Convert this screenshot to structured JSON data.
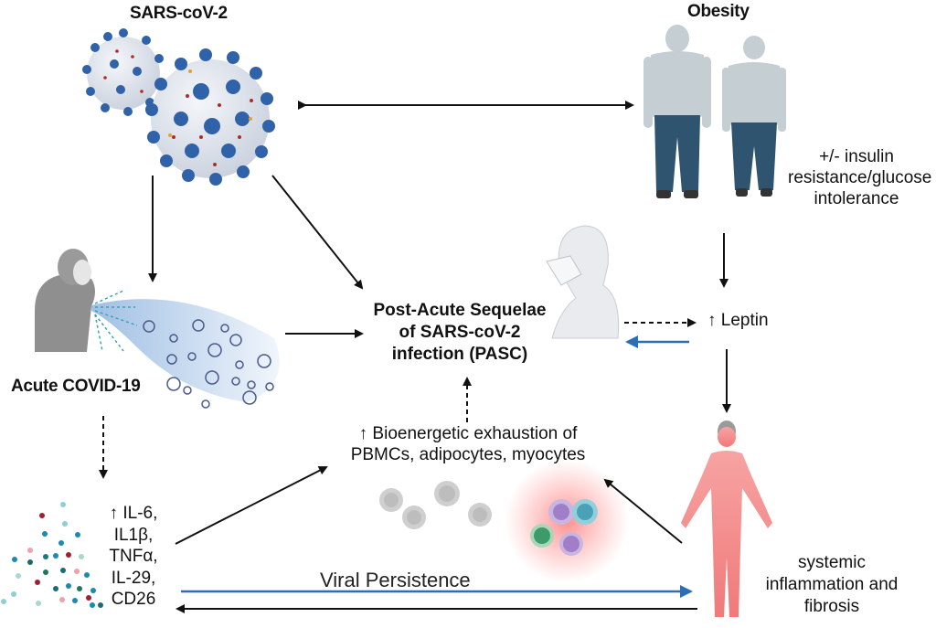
{
  "nodes": {
    "sars": {
      "title": "SARS-coV-2",
      "icon": "coronavirus-particles-icon"
    },
    "obesity": {
      "title": "Obesity",
      "icon": "obese-people-icon",
      "note_lines": [
        "+/- insulin",
        "resistance/glucose",
        "intolerance"
      ]
    },
    "acute": {
      "title": "Acute COVID-19",
      "icon": "coughing-person-icon"
    },
    "pasc": {
      "title_lines": [
        "Post-Acute Sequelae",
        "of SARS-coV-2",
        "infection (PASC)"
      ],
      "icon": "masked-person-icon"
    },
    "leptin": {
      "label": "↑ Leptin"
    },
    "bioenergetic": {
      "lines": [
        "↑ Bioenergetic exhaustion of",
        "PBMCs, adipocytes, myocytes"
      ],
      "icon": "cells-icon"
    },
    "cytokines": {
      "lines": [
        "↑ IL-6,",
        "IL1β,",
        "TNFα,",
        "IL-29,",
        "CD26"
      ],
      "icon": "cytokine-dots-icon"
    },
    "systemic": {
      "lines": [
        "systemic",
        "inflammation and",
        "fibrosis"
      ],
      "icon": "inflamed-body-icon"
    }
  },
  "edges": {
    "viral_persistence_label": "Viral Persistence"
  },
  "colors": {
    "arrow_black": "#111111",
    "arrow_blue": "#2a6fb5",
    "virus_blue": "#2f62a8",
    "person_gray": "#c5ced3",
    "pants_blue": "#2e5470",
    "inflamed_red": "#f08080"
  }
}
